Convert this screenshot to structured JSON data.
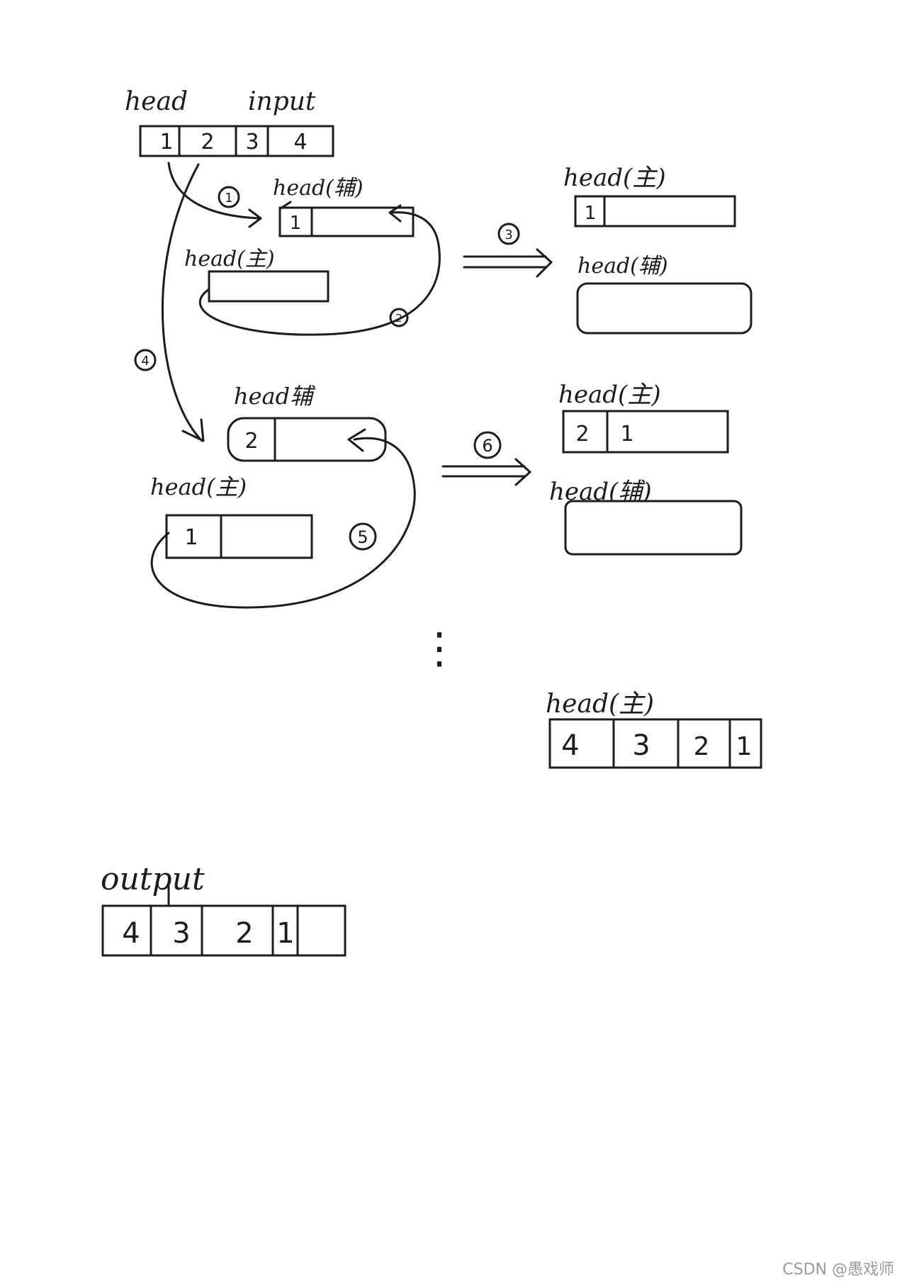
{
  "labels": {
    "head": "head",
    "input": "input",
    "output": "output",
    "head_aux_1": "head(辅)",
    "head_main_1": "head(主)",
    "head_main_r1": "head(主)",
    "head_aux_r1": "head(辅)",
    "head_aux_2": "head辅",
    "head_main_2": "head(主)",
    "head_main_r2": "head(主)",
    "head_aux_r2": "head(辅)",
    "head_main_final": "head(主)"
  },
  "steps": {
    "s1": "1",
    "s2": "2",
    "s3": "3",
    "s4": "4",
    "s5": "5",
    "s6": "6"
  },
  "ellipsis": "⋮",
  "cells": {
    "input": [
      "1",
      "2",
      "3",
      "4"
    ],
    "aux1": [
      "1"
    ],
    "main_r1": [
      "1"
    ],
    "aux2": [
      "2"
    ],
    "main2": [
      "1"
    ],
    "main_r2": [
      "2",
      "1"
    ],
    "final": [
      "4",
      "3",
      "2",
      "1"
    ],
    "output": [
      "4",
      "3",
      "2",
      "1"
    ]
  },
  "watermark": "CSDN @愚戏师"
}
